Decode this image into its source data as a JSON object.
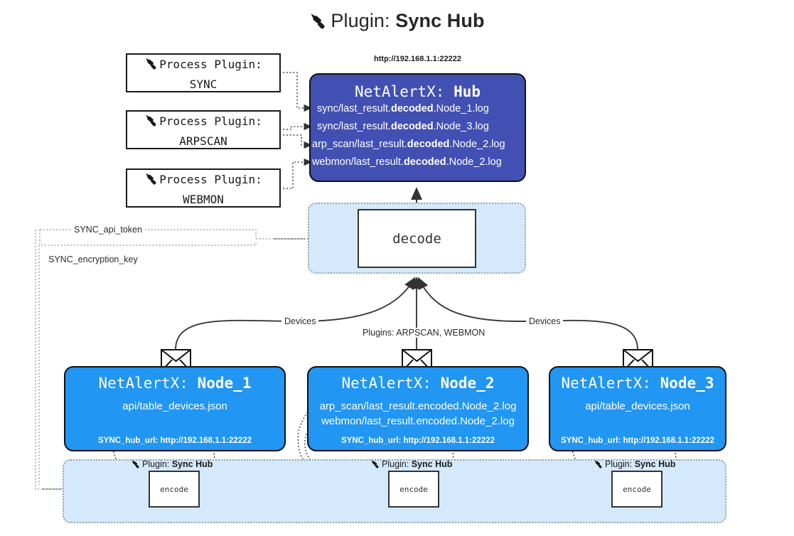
{
  "title": {
    "icon": "plug-icon",
    "prefix": "Plugin:",
    "name": "Sync Hub"
  },
  "process_plugins": [
    {
      "line1": "Process Plugin:",
      "line2": "SYNC",
      "icon": "plug-icon"
    },
    {
      "line1": "Process Plugin:",
      "line2": "ARPSCAN",
      "icon": "plug-icon"
    },
    {
      "line1": "Process Plugin:",
      "line2": "WEBMON",
      "icon": "plug-icon"
    }
  ],
  "hub": {
    "url": "http://192.168.1.1:22222",
    "title_prefix": "NetAlertX:",
    "title_name": "Hub",
    "logs": [
      {
        "pre": "sync/last_result.",
        "bold": "decoded",
        "post": ".Node_1.log"
      },
      {
        "pre": "sync/last_result.",
        "bold": "decoded",
        "post": ".Node_3.log"
      },
      {
        "pre": "arp_scan/last_result.",
        "bold": "decoded",
        "post": ".Node_2.log"
      },
      {
        "pre": "webmon/last_result.",
        "bold": "decoded",
        "post": ".Node_2.log"
      }
    ]
  },
  "decode": {
    "label": "decode"
  },
  "secrets": [
    {
      "label": "SYNC_api_token"
    },
    {
      "label": "SYNC_encryption_key"
    }
  ],
  "edges": {
    "devices_left": "Devices",
    "devices_right": "Devices",
    "plugins_center": "Plugins: ARPSCAN, WEBMON"
  },
  "nodes": [
    {
      "title_prefix": "NetAlertX:",
      "title_name": "Node_1",
      "lines": [
        "api/table_devices.json"
      ],
      "footer": "SYNC_hub_url: http://192.168.1.1:22222",
      "envelope_icon": "envelope-icon"
    },
    {
      "title_prefix": "NetAlertX:",
      "title_name": "Node_2",
      "lines": [
        "arp_scan/last_result.encoded.Node_2.log",
        "webmon/last_result.encoded.Node_2.log"
      ],
      "footer": "SYNC_hub_url: http://192.168.1.1:22222",
      "envelope_icon": "envelope-icon"
    },
    {
      "title_prefix": "NetAlertX:",
      "title_name": "Node_3",
      "lines": [
        "api/table_devices.json"
      ],
      "footer": "SYNC_hub_url: http://192.168.1.1:22222",
      "envelope_icon": "envelope-icon"
    }
  ],
  "encoders": [
    {
      "plugin_prefix": "Plugin:",
      "plugin_name": "Sync Hub",
      "box_label": "encode",
      "icon": "plug-icon"
    },
    {
      "plugin_prefix": "Plugin:",
      "plugin_name": "Sync Hub",
      "box_label": "encode",
      "icon": "plug-icon"
    },
    {
      "plugin_prefix": "Plugin:",
      "plugin_name": "Sync Hub",
      "box_label": "encode",
      "icon": "plug-icon"
    }
  ],
  "colors": {
    "hub_fill": "#4250b4",
    "node_fill": "#2196f3",
    "band_fill": "#d4e9fb",
    "stroke": "#111111",
    "dotted": "#9aa3ad"
  }
}
